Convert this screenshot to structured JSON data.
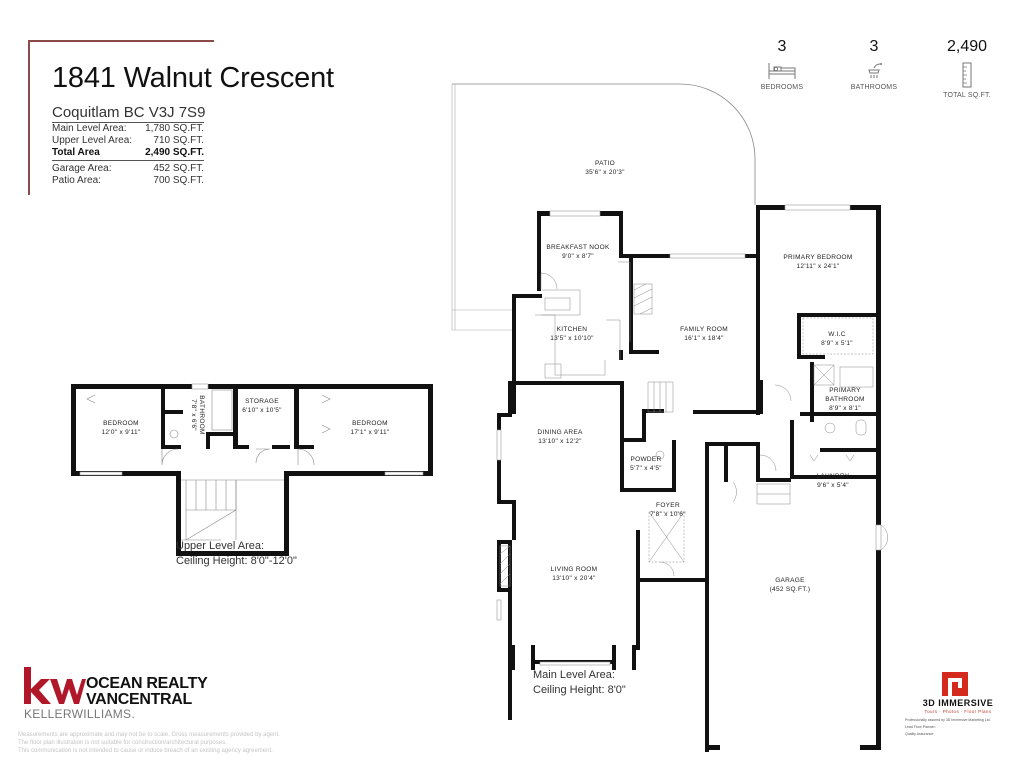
{
  "header": {
    "address": "1841 Walnut Crescent",
    "city_line": "Coquitlam BC V3J 7S9",
    "areas": [
      {
        "label": "Main Level Area:",
        "value": "1,780 SQ.FT."
      },
      {
        "label": "Upper Level Area:",
        "value": "710 SQ.FT."
      },
      {
        "label": "Total Area",
        "value": "2,490 SQ.FT."
      },
      {
        "label": "Garage Area:",
        "value": "452 SQ.FT."
      },
      {
        "label": "Patio Area:",
        "value": "700 SQ.FT."
      }
    ]
  },
  "stats": [
    {
      "value": "3",
      "label": "BEDROOMS",
      "icon": "bed-icon"
    },
    {
      "value": "3",
      "label": "BATHROOMS",
      "icon": "shower-icon"
    },
    {
      "value": "2,490",
      "label": "TOTAL SQ.FT.",
      "icon": "ruler-icon"
    }
  ],
  "upper_level": {
    "caption_line1": "Upper Level Area:",
    "caption_line2": "Ceiling Height: 8'0\"-12'0\"",
    "rooms": [
      {
        "name": "BEDROOM",
        "size": "12'0\" x 9'11\""
      },
      {
        "name": "BATHROOM",
        "size": "7'8\" x 6'6\""
      },
      {
        "name": "STORAGE",
        "size": "6'10\" x 10'5\""
      },
      {
        "name": "BEDROOM",
        "size": "17'1\" x 9'11\""
      }
    ]
  },
  "main_level": {
    "caption_line1": "Main Level Area:",
    "caption_line2": "Ceiling Height: 8'0\"",
    "rooms": [
      {
        "name": "PATIO",
        "size": "35'6\" x 20'3\""
      },
      {
        "name": "BREAKFAST NOOK",
        "size": "9'0\" x 8'7\""
      },
      {
        "name": "KITCHEN",
        "size": "13'5\" x 10'10\""
      },
      {
        "name": "FAMILY ROOM",
        "size": "16'1\" x 18'4\""
      },
      {
        "name": "PRIMARY BEDROOM",
        "size": "12'11\" x 24'1\""
      },
      {
        "name": "W.I.C",
        "size": "8'9\" x 5'1\""
      },
      {
        "name": "PRIMARY",
        "name2": "BATHROOM",
        "size": "8'9\" x 8'1\""
      },
      {
        "name": "DINING AREA",
        "size": "13'10\" x 12'2\""
      },
      {
        "name": "POWDER",
        "size": "5'7\" x 4'5\""
      },
      {
        "name": "LAUNDRY",
        "size": "9'6\" x 5'4\""
      },
      {
        "name": "FOYER",
        "size": "7'8\" x 10'6\""
      },
      {
        "name": "LIVING ROOM",
        "size": "13'10\" x 20'4\""
      },
      {
        "name": "GARAGE",
        "size": "(452 SQ.FT.)"
      }
    ]
  },
  "branding": {
    "kw_mark": "kw",
    "kw_line1": "OCEAN REALTY",
    "kw_line2": "VANCENTRAL",
    "kw_keller": "KELLERWILLIAMS.",
    "disclaimer": [
      "Measurements are approximate and may not be to scale. Gross measurements provided by agent.",
      "The floor plan illustration is not suitable for construction/architectural purposes.",
      "This communication is not intended to cause or induce breach of an existing agency agreement."
    ],
    "immersive_name": "3D IMMERSIVE",
    "immersive_tag": "Tours · Photos · Floor Plans",
    "immersive_credit": "Professionally assured by 3D Immersive Marketing Ltd.",
    "immersive_lead": "Lead Floor Planner:",
    "immersive_qa": "Quality Assurance:",
    "colors": {
      "kw_red": "#b0182a",
      "immersive_red": "#d42a1e",
      "frame": "#8b4a4a"
    }
  }
}
